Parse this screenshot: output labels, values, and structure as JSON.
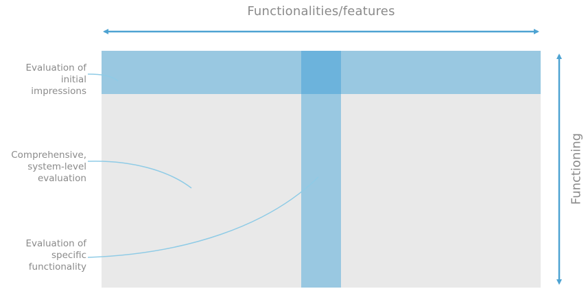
{
  "top_axis": {
    "label": "Functionalities/features"
  },
  "right_axis": {
    "label": "Functioning"
  },
  "labels": {
    "initial": [
      "Evaluation of",
      "initial",
      "impressions"
    ],
    "system": [
      "Comprehensive,",
      "system-level",
      "evaluation"
    ],
    "specific": [
      "Evaluation of",
      "specific",
      "functionality"
    ]
  },
  "colors": {
    "background_area": "#e9e9e9",
    "band": "#99c8e1",
    "band_overlap": "#6cb3dc",
    "arrow": "#4ea3d2",
    "connector": "#8ecbe6",
    "text": "#8a8a8a"
  }
}
